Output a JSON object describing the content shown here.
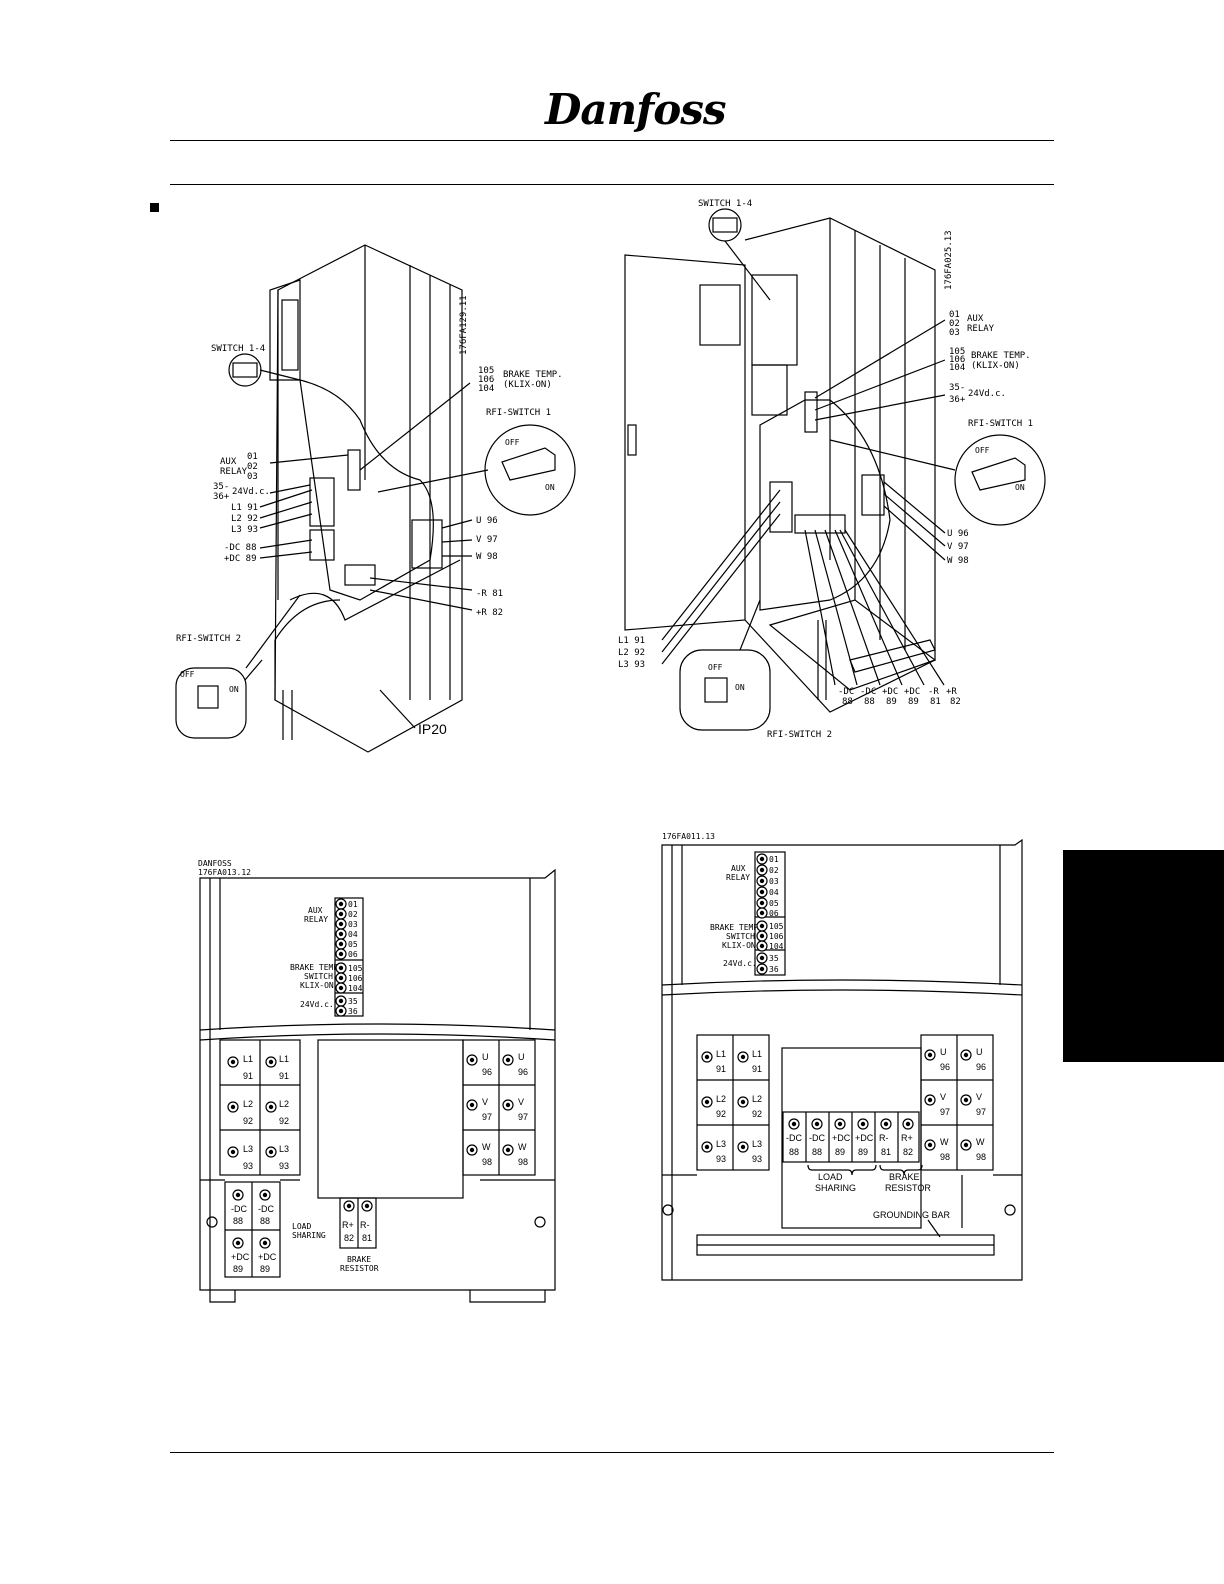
{
  "header": {
    "brand": "Danfoss"
  },
  "fig1": {
    "id": "176FA129.11",
    "switch14": "SWITCH 1-4",
    "aux_relay": [
      "AUX",
      "RELAY"
    ],
    "aux_nums": [
      "01",
      "02",
      "03"
    ],
    "v24": "24Vd.c.",
    "v24_nums": [
      "35-",
      "36+"
    ],
    "mains": [
      "L1 91",
      "L2 92",
      "L3 93"
    ],
    "dc": [
      "-DC 88",
      "+DC 89"
    ],
    "brake_nums": [
      "105",
      "106",
      "104"
    ],
    "brake_label": [
      "BRAKE TEMP.",
      "(KLIX-ON)"
    ],
    "rfi1": "RFI-SWITCH 1",
    "off": "OFF",
    "on": "ON",
    "motor": [
      "U 96",
      "V 97",
      "W 98"
    ],
    "resistor": [
      "-R 81",
      "+R 82"
    ],
    "rfi2": "RFI-SWITCH 2",
    "enclosure": "IP20"
  },
  "fig2": {
    "id": "176FA025.13",
    "switch14": "SWITCH 1-4",
    "aux_nums": [
      "01",
      "02",
      "03"
    ],
    "aux_label": [
      "AUX",
      "RELAY"
    ],
    "brake_nums": [
      "105",
      "106",
      "104"
    ],
    "brake_label": [
      "BRAKE TEMP.",
      "(KLIX-ON)"
    ],
    "v24_nums": [
      "35-",
      "36+"
    ],
    "v24": "24Vd.c.",
    "rfi1": "RFI-SWITCH 1",
    "off": "OFF",
    "on": "ON",
    "motor": [
      "U 96",
      "V 97",
      "W 98"
    ],
    "mains": [
      "L1 91",
      "L2 92",
      "L3 93"
    ],
    "bottom_top": [
      "-DC",
      "-DC",
      "+DC",
      "+DC",
      "-R",
      "+R"
    ],
    "bottom_bot": [
      "88",
      "88",
      "89",
      "89",
      "81",
      "82"
    ],
    "rfi2": "RFI-SWITCH 2"
  },
  "fig3": {
    "id": [
      "DANFOSS",
      "176FA013.12"
    ],
    "ctrl": [
      "01",
      "02",
      "03",
      "04",
      "05",
      "06",
      "105",
      "106",
      "104",
      "35",
      "36"
    ],
    "aux": [
      "AUX",
      "RELAY"
    ],
    "brake": [
      "BRAKE TEMP.",
      "SWITCH",
      "KLIX-ON"
    ],
    "v24": "24Vd.c.",
    "mains_top": [
      "L1",
      "L1",
      "L2",
      "L2",
      "L3",
      "L3"
    ],
    "mains_bot": [
      "91",
      "91",
      "92",
      "92",
      "93",
      "93"
    ],
    "motor_top": [
      "U",
      "U",
      "V",
      "V",
      "W",
      "W"
    ],
    "motor_bot": [
      "96",
      "96",
      "97",
      "97",
      "98",
      "98"
    ],
    "dc_top": [
      "-DC",
      "-DC",
      "+DC",
      "+DC"
    ],
    "dc_bot": [
      "88",
      "88",
      "89",
      "89"
    ],
    "load_sharing": [
      "LOAD",
      "SHARING"
    ],
    "br_top": [
      "R+",
      "R-"
    ],
    "br_bot": [
      "82",
      "81"
    ],
    "brake_resistor": [
      "BRAKE",
      "RESISTOR"
    ]
  },
  "fig4": {
    "id": "176FA011.13",
    "ctrl": [
      "01",
      "02",
      "03",
      "04",
      "05",
      "06",
      "105",
      "106",
      "104",
      "35",
      "36"
    ],
    "aux": [
      "AUX",
      "RELAY"
    ],
    "brake": [
      "BRAKE TEMP.",
      "SWITCH",
      "KLIX-ON"
    ],
    "v24": "24Vd.c.",
    "mains_top": [
      "L1",
      "L1",
      "L2",
      "L2",
      "L3",
      "L3"
    ],
    "mains_bot": [
      "91",
      "91",
      "92",
      "92",
      "93",
      "93"
    ],
    "motor_top": [
      "U",
      "U",
      "V",
      "V",
      "W",
      "W"
    ],
    "motor_bot": [
      "96",
      "96",
      "97",
      "97",
      "98",
      "98"
    ],
    "bottom_top": [
      "-DC",
      "-DC",
      "+DC",
      "+DC",
      "R-",
      "R+"
    ],
    "bottom_bot": [
      "88",
      "88",
      "89",
      "89",
      "81",
      "82"
    ],
    "load_sharing": [
      "LOAD",
      "SHARING"
    ],
    "brake_resistor": [
      "BRAKE",
      "RESISTOR"
    ],
    "grounding": "GROUNDING BAR"
  }
}
